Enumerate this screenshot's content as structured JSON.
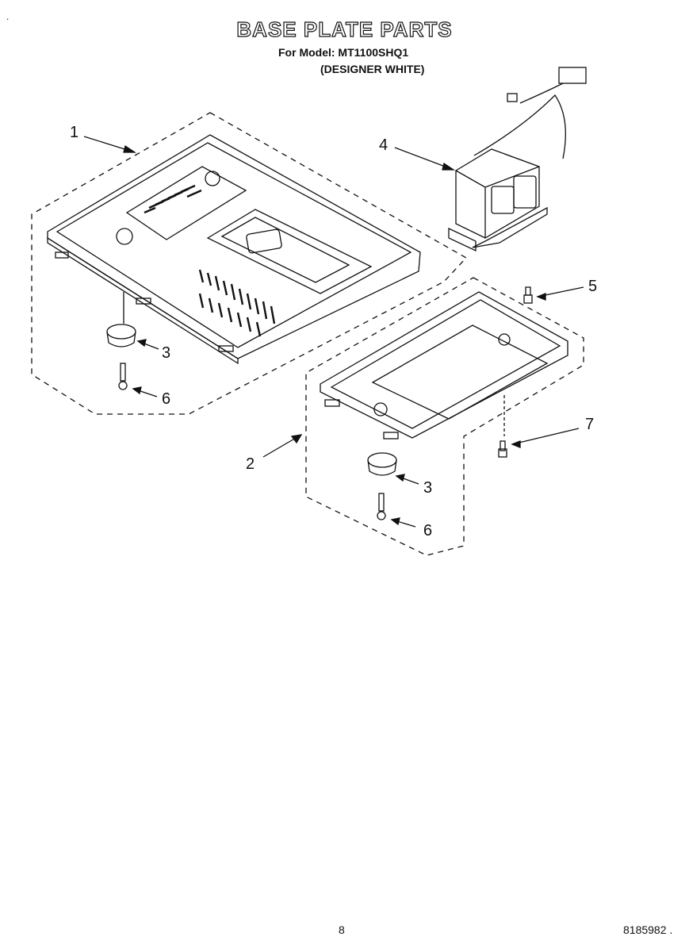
{
  "header": {
    "title": "BASE PLATE PARTS",
    "model_line": "For Model: MT1100SHQ1",
    "variant_line": "(DESIGNER WHITE)"
  },
  "callouts": {
    "c1": "1",
    "c2": "2",
    "c3a": "3",
    "c3b": "3",
    "c4": "4",
    "c5": "5",
    "c6a": "6",
    "c6b": "6",
    "c7": "7"
  },
  "footer": {
    "page_number": "8",
    "document_number": "8185982 ."
  }
}
